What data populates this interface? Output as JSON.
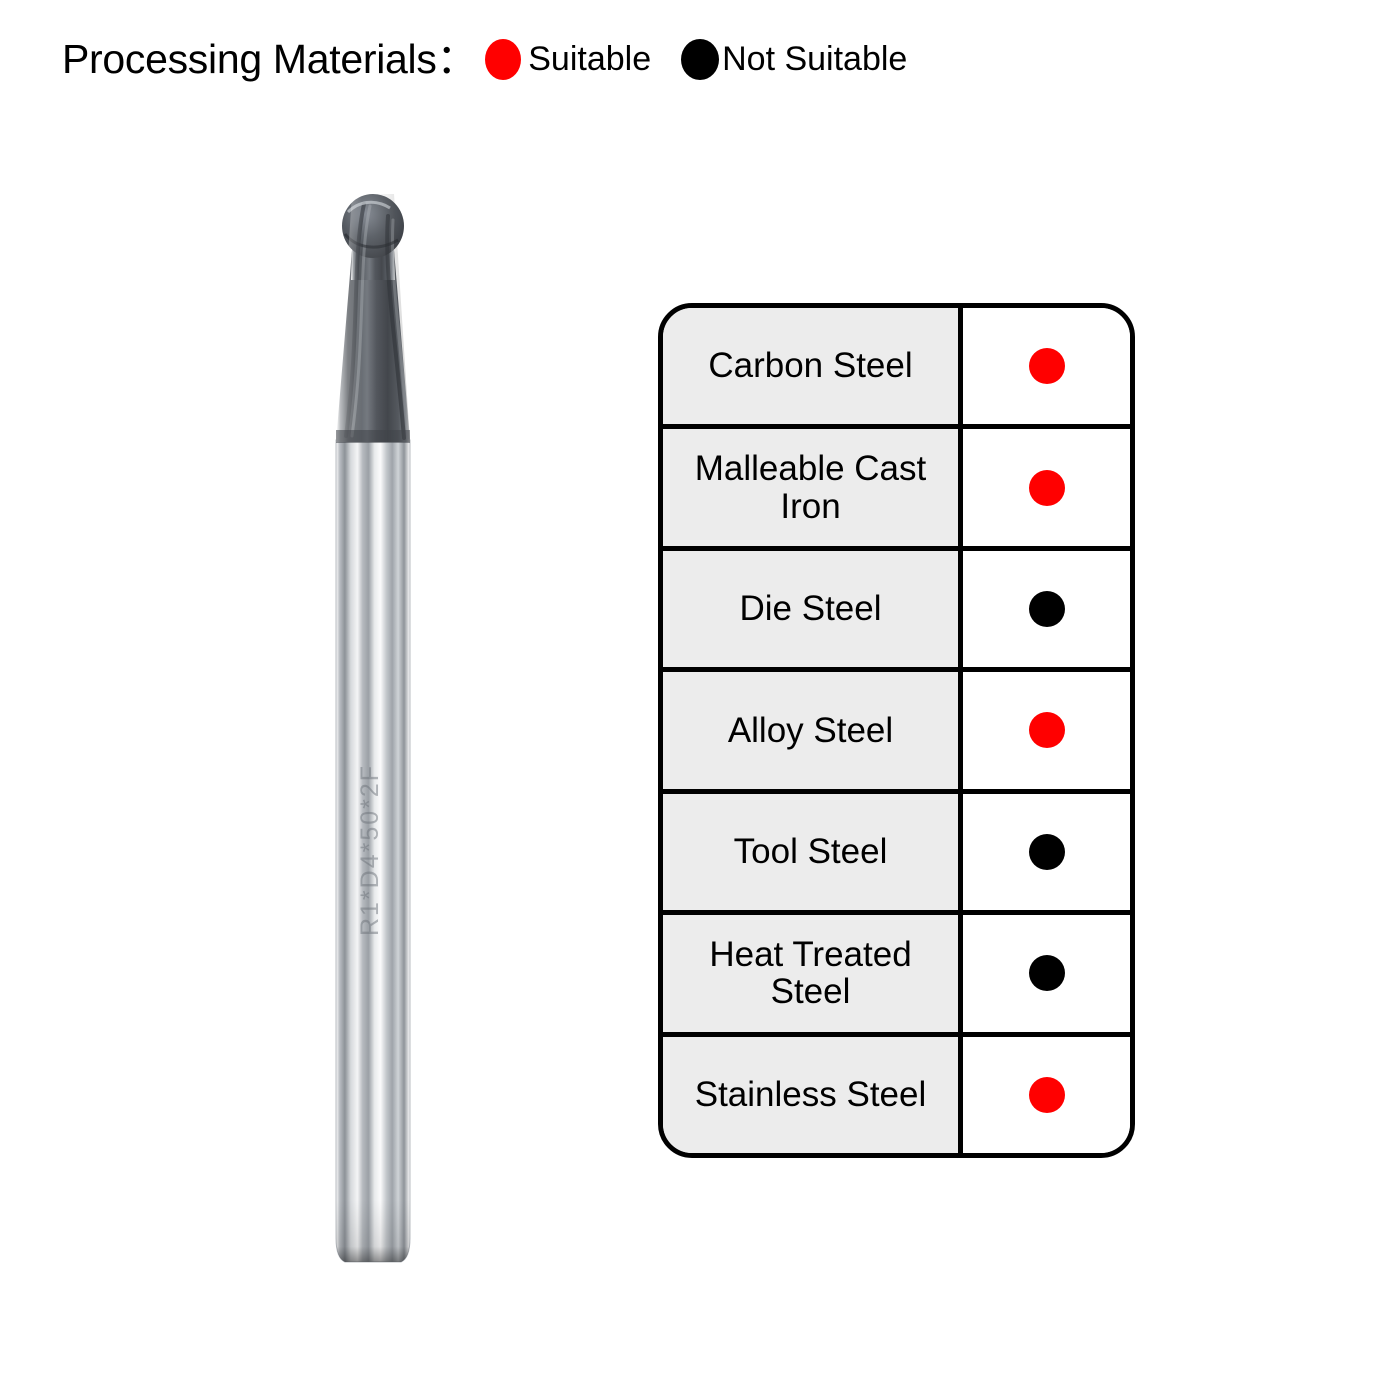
{
  "header": {
    "title": "Processing Materials：",
    "legend": [
      {
        "marker": "red-dot-icon",
        "label": "Suitable",
        "color": "#ff0000"
      },
      {
        "marker": "black-dot-icon",
        "label": "Not Suitable",
        "color": "#000000"
      }
    ]
  },
  "product": {
    "name": "ball-nose-end-mill",
    "description": "2-flute carbide ball nose end mill with dark AlTiN coated tapered neck and polished steel shank",
    "shank_engraving": "R1*D4*50*2F",
    "colors": {
      "coating": "#4c4f55",
      "shank": "#c9ccd0"
    }
  },
  "table": {
    "colors": {
      "suitable": "#ff0000",
      "not_suitable": "#000000",
      "name_cell_background": "#ececec",
      "status_cell_background": "#ffffff",
      "border": "#000000"
    },
    "rows": [
      {
        "material": "Carbon Steel",
        "status": "Suitable",
        "dot_color": "#ff0000"
      },
      {
        "material": "Malleable Cast Iron",
        "status": "Suitable",
        "dot_color": "#ff0000"
      },
      {
        "material": "Die Steel",
        "status": "Not Suitable",
        "dot_color": "#000000"
      },
      {
        "material": "Alloy Steel",
        "status": "Suitable",
        "dot_color": "#ff0000"
      },
      {
        "material": "Tool Steel",
        "status": "Not Suitable",
        "dot_color": "#000000"
      },
      {
        "material": "Heat Treated Steel",
        "status": "Not Suitable",
        "dot_color": "#000000"
      },
      {
        "material": "Stainless Steel",
        "status": "Suitable",
        "dot_color": "#ff0000"
      }
    ]
  }
}
